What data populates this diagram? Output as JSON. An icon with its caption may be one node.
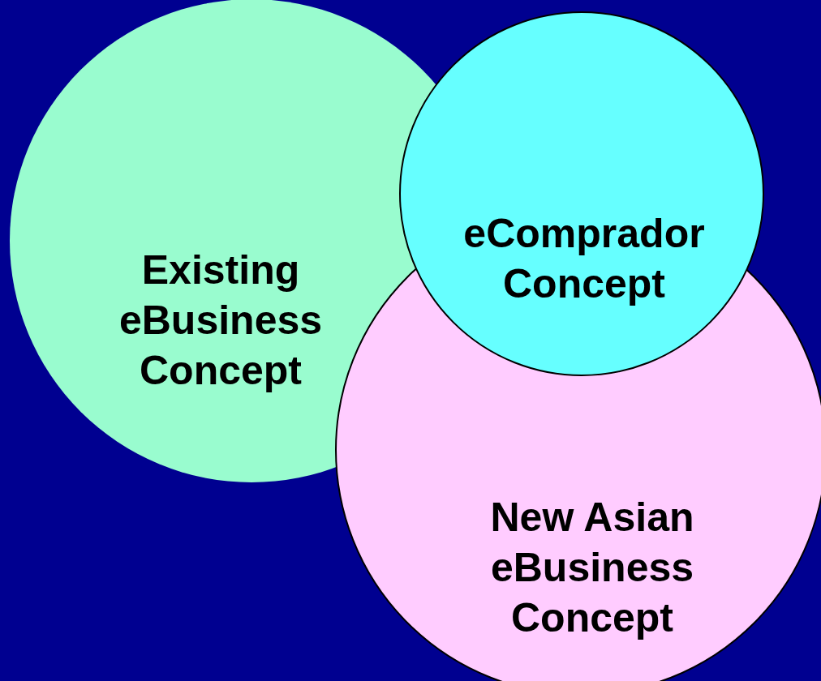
{
  "diagram": {
    "nodes": [
      {
        "text": [
          "Existing eBusiness Concept"
        ]
      },
      {
        "text": [
          "New Asian eBusiness Concept"
        ]
      },
      {
        "text": [
          "eComprador Concept"
        ]
      }
    ]
  }
}
